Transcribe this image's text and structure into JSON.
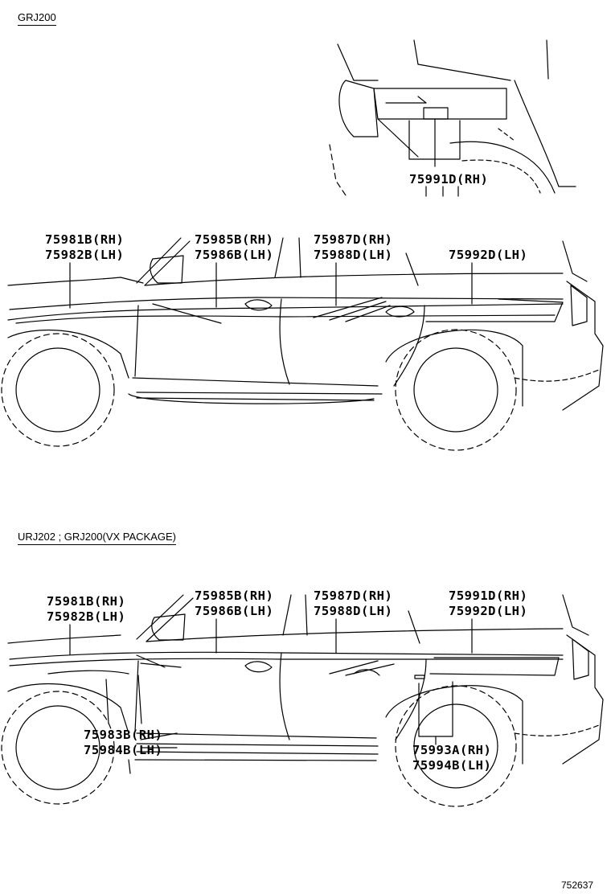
{
  "sections": [
    {
      "title": "GRJ200",
      "labels": {
        "rear_garnish": "75991D(RH)",
        "front_fender_rh": "75981B(RH)",
        "front_fender_lh": "75982B(LH)",
        "front_door_rh": "75985B(RH)",
        "front_door_lh": "75986B(LH)",
        "rear_door_rh": "75987D(RH)",
        "rear_door_lh": "75988D(LH)",
        "quarter_lh": "75992D(LH)"
      }
    },
    {
      "title": "URJ202 ; GRJ200(VX PACKAGE)",
      "labels": {
        "front_fender_rh": "75981B(RH)",
        "front_fender_lh": "75982B(LH)",
        "front_door_rh": "75985B(RH)",
        "front_door_lh": "75986B(LH)",
        "rear_door_rh": "75987D(RH)",
        "rear_door_lh": "75988D(LH)",
        "quarter_rh": "75991D(RH)",
        "quarter_lh": "75992D(LH)",
        "rocker_rh": "75983B(RH)",
        "rocker_lh": "75984B(LH)",
        "rear_flare_rh": "75993A(RH)",
        "rear_flare_lh": "75994B(LH)"
      }
    }
  ],
  "figure_id": "752637"
}
